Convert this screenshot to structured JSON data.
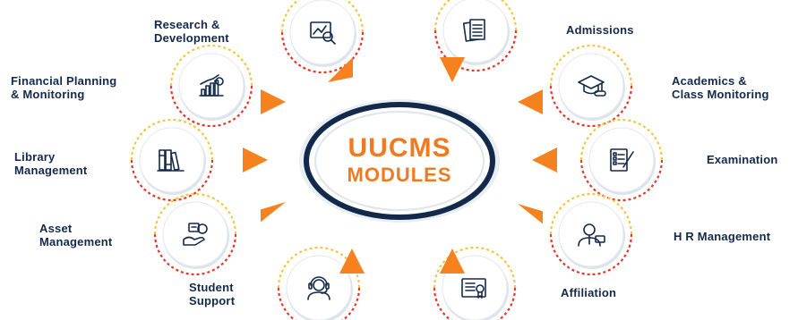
{
  "center": {
    "title": "UUCMS",
    "subtitle": "MODULES"
  },
  "colors": {
    "navy": "#13294b",
    "orange": "#f5821f",
    "red": "#e2382a",
    "yellow": "#f6c544"
  },
  "modules": [
    {
      "id": "research",
      "icon": "research-icon",
      "lines": [
        "Research &",
        "Development"
      ]
    },
    {
      "id": "financial",
      "icon": "financial-chart-icon",
      "lines": [
        "Financial Planning",
        "& Monitoring"
      ]
    },
    {
      "id": "library",
      "icon": "books-icon",
      "lines": [
        "Library",
        "Management"
      ]
    },
    {
      "id": "asset",
      "icon": "asset-icon",
      "lines": [
        "Asset",
        "Management"
      ]
    },
    {
      "id": "student",
      "icon": "headset-icon",
      "lines": [
        "Student",
        "Support"
      ]
    },
    {
      "id": "admissions",
      "icon": "documents-icon",
      "lines": [
        "Admissions"
      ]
    },
    {
      "id": "academics",
      "icon": "graduation-cap-icon",
      "lines": [
        "Academics &",
        "Class Monitoring"
      ]
    },
    {
      "id": "examination",
      "icon": "exam-sheet-icon",
      "lines": [
        "Examination"
      ]
    },
    {
      "id": "hr",
      "icon": "employee-icon",
      "lines": [
        "H R Management"
      ]
    },
    {
      "id": "affiliation",
      "icon": "certificate-icon",
      "lines": [
        "Affiliation"
      ]
    }
  ]
}
